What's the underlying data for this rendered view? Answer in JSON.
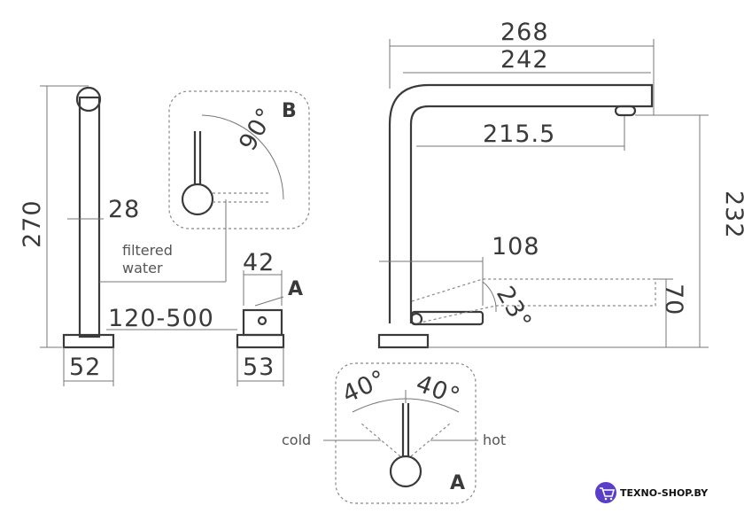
{
  "dims": {
    "d268": "268",
    "d242": "242",
    "d215": "215.5",
    "d232": "232",
    "d108": "108",
    "d70": "70",
    "d23": "23°",
    "d270": "270",
    "d28": "28",
    "d42": "42",
    "d120_500": "120-500",
    "d52": "52",
    "d53": "53",
    "d90": "90°",
    "d40l": "40°",
    "d40r": "40°"
  },
  "labels": {
    "B": "B",
    "A_top": "A",
    "A_bottom": "A",
    "filtered": "filtered",
    "water": "water",
    "cold": "cold",
    "hot": "hot"
  },
  "watermark": {
    "text": "TEXNO-SHOP.BY"
  }
}
